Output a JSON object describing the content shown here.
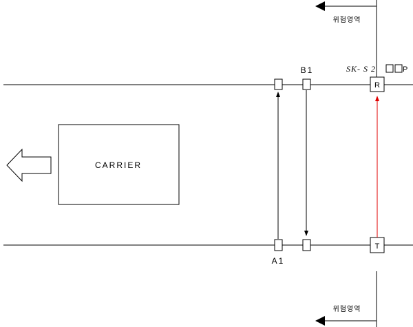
{
  "diagram": {
    "carrier_label": "CARRIER",
    "sensor_a1_label": "A1",
    "sensor_b1_label": "B1",
    "sensor_r_label": "R",
    "sensor_t_label": "T",
    "sensor_sk_label": "SK- S 2",
    "sensor_sk_suffix": "P",
    "danger_zone_top": "위험영역",
    "danger_zone_bottom": "위험영역",
    "colors": {
      "line": "#000000",
      "beam_highlight": "#e00000",
      "background": "#ffffff"
    }
  }
}
